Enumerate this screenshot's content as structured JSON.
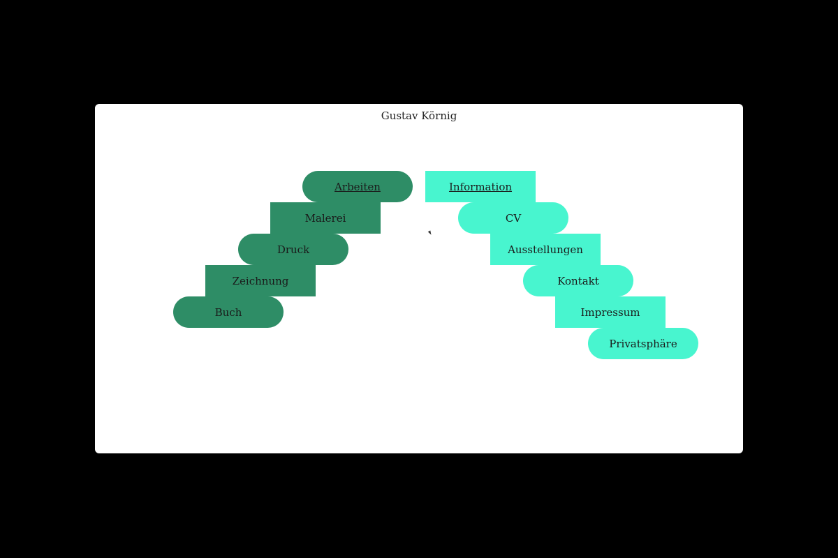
{
  "site": {
    "title": "Gustav Körnig"
  },
  "colors": {
    "works": "#2e8d66",
    "info": "#48f5cf",
    "background": "#000000",
    "panel": "#ffffff"
  },
  "works_nav": {
    "heading": "Arbeiten",
    "items": [
      "Malerei",
      "Druck",
      "Zeichnung",
      "Buch"
    ]
  },
  "info_nav": {
    "heading": "Information",
    "items": [
      "CV",
      "Ausstellungen",
      "Kontakt",
      "Impressum",
      "Privatsphäre"
    ]
  }
}
